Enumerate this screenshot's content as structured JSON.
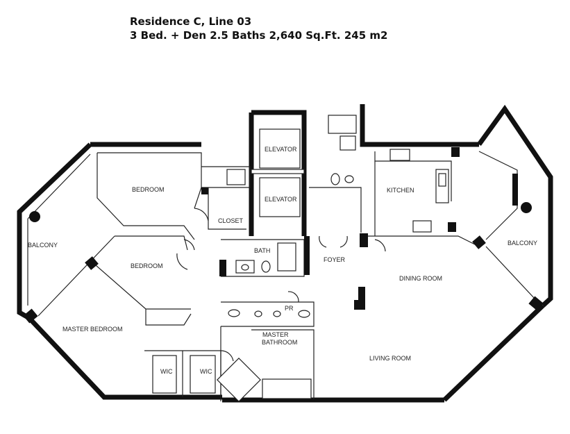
{
  "header": {
    "line1": "Residence C, Line 03",
    "line2": "3 Bed. + Den 2.5 Baths  2,640 Sq.Ft.  245 m2"
  },
  "rooms": {
    "bedroom_1": "BEDROOM",
    "bedroom_2": "BEDROOM",
    "master_bedroom": "MASTER BEDROOM",
    "closet": "CLOSET",
    "bath": "BATH",
    "elevator_1": "ELEVATOR",
    "elevator_2": "ELEVATOR",
    "kitchen": "KITCHEN",
    "foyer": "FOYER",
    "dining_room": "DINING ROOM",
    "living_room": "LIVING ROOM",
    "balcony_left": "BALCONY",
    "balcony_right": "BALCONY",
    "pr": "PR",
    "master_bathroom_1": "MASTER",
    "master_bathroom_2": "BATHROOM",
    "wic_1": "WIC",
    "wic_2": "WIC"
  }
}
